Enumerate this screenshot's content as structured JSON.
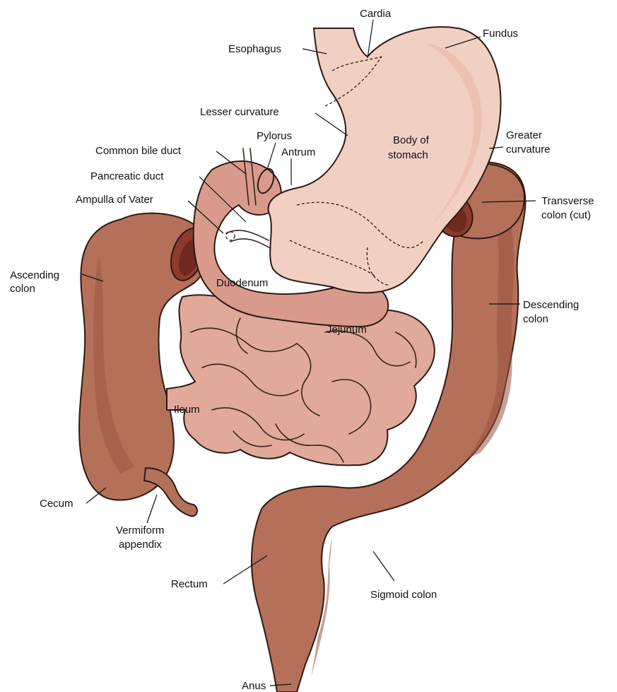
{
  "colors": {
    "stomach": "#f2cfc3",
    "stomach_shade": "#e7b7a7",
    "small_intestine": "#e0a99a",
    "small_intestine_shade": "#c98877",
    "duodenum": "#d99a8b",
    "colon": "#b5705a",
    "colon_shade": "#985340",
    "colon_lumen": "#8e3b2c",
    "outline": "#2b1a14"
  },
  "labels": {
    "cardia": "Cardia",
    "esophagus": "Esophagus",
    "fundus": "Fundus",
    "lesser_curvature": "Lesser curvature",
    "pylorus": "Pylorus",
    "body_of_stomach": [
      "Body of",
      "stomach"
    ],
    "greater_curvature": [
      "Greater",
      "curvature"
    ],
    "common_bile_duct": "Common bile duct",
    "antrum": "Antrum",
    "pancreatic_duct": "Pancreatic duct",
    "ampulla_of_vater": "Ampulla of Vater",
    "transverse_colon": [
      "Transverse",
      "colon (cut)"
    ],
    "ascending_colon": [
      "Ascending",
      "colon"
    ],
    "duodenum": "Duodenum",
    "descending_colon": [
      "Descending",
      "colon"
    ],
    "jejunum": "Jejunum",
    "ileum": "Ileum",
    "cecum": "Cecum",
    "vermiform_appendix": [
      "Vermiform",
      "appendix"
    ],
    "rectum": "Rectum",
    "sigmoid_colon": "Sigmoid colon",
    "anus": "Anus"
  }
}
